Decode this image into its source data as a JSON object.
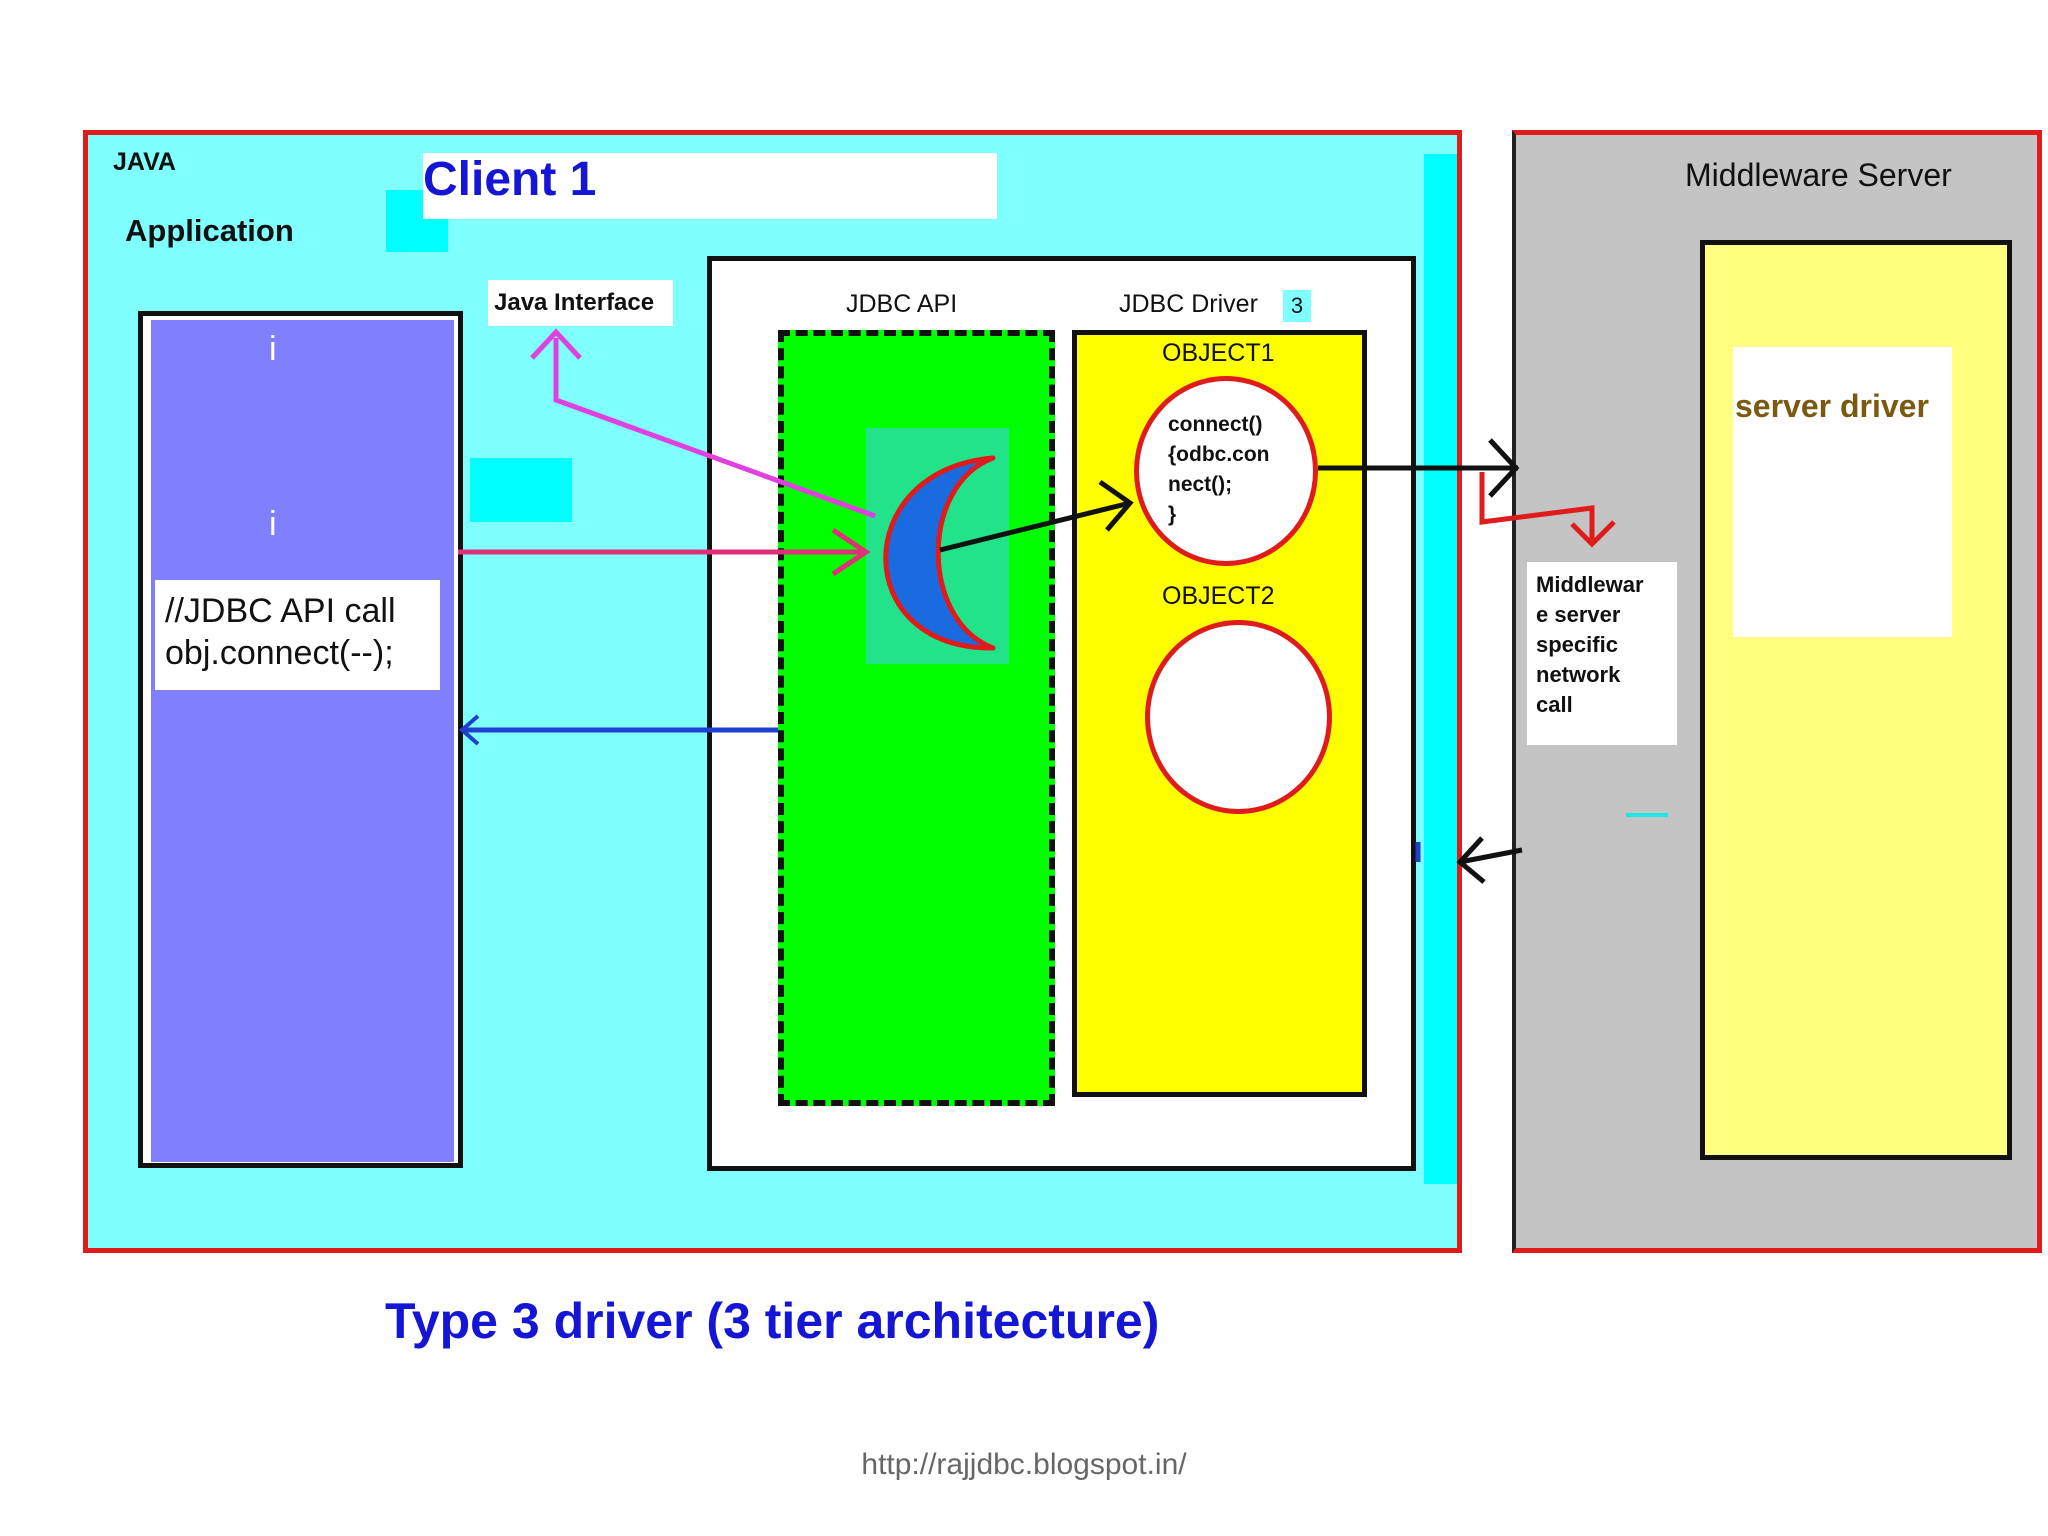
{
  "labels": {
    "java": "JAVA",
    "application": "Application",
    "client": "Client 1",
    "java_interface": "Java Interface",
    "jdbc_api": "JDBC API",
    "jdbc_driver": "JDBC Driver",
    "driver_badge": "3",
    "object1": "OBJECT1",
    "object2": "OBJECT2",
    "connect_code": [
      "connect()",
      "{odbc.con",
      "nect();",
      "}"
    ],
    "api_call": [
      "//JDBC API call",
      "obj.connect(--);"
    ],
    "middleware_server": "Middleware Server",
    "server_driver": "server driver",
    "network_call": [
      "Middlewar",
      "e server",
      "specific",
      "network",
      "call"
    ],
    "app_marks": [
      "i",
      "i"
    ]
  },
  "caption": "Type 3 driver (3 tier architecture)",
  "footer_url": "http://rajjdbc.blogspot.in/",
  "colors": {
    "panel_border": "#e01b1b",
    "client_bg": "#80ffff",
    "server_bg": "#c4c4c4",
    "app_bg": "#8080ff",
    "api_bg": "#00ff00",
    "driver_bg": "#ffff00",
    "server_driver_bg": "#ffff80",
    "title_blue": "#1515d6",
    "arrow_magenta": "#e040e0",
    "arrow_blue": "#1f3fd0",
    "arrow_red": "#e01b1b",
    "crescent_fill": "#1b6be0"
  }
}
